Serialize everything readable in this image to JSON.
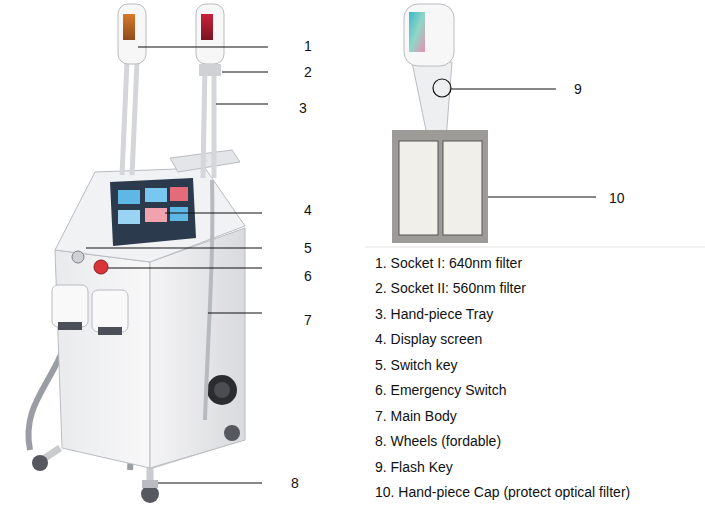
{
  "diagram": {
    "labels": [
      "1",
      "2",
      "3",
      "4",
      "5",
      "6",
      "7",
      "8",
      "9",
      "10",
      "1. Socket I: 640nm filter",
      "2. Socket II: 560nm filter",
      "3. Hand-piece Tray",
      "4. Display screen",
      "5. Switch key",
      "6. Emergency Switch",
      "7. Main Body",
      "8. Wheels (fordable)",
      "9. Flash Key",
      "10. Hand-piece Cap (protect optical filter)"
    ]
  }
}
